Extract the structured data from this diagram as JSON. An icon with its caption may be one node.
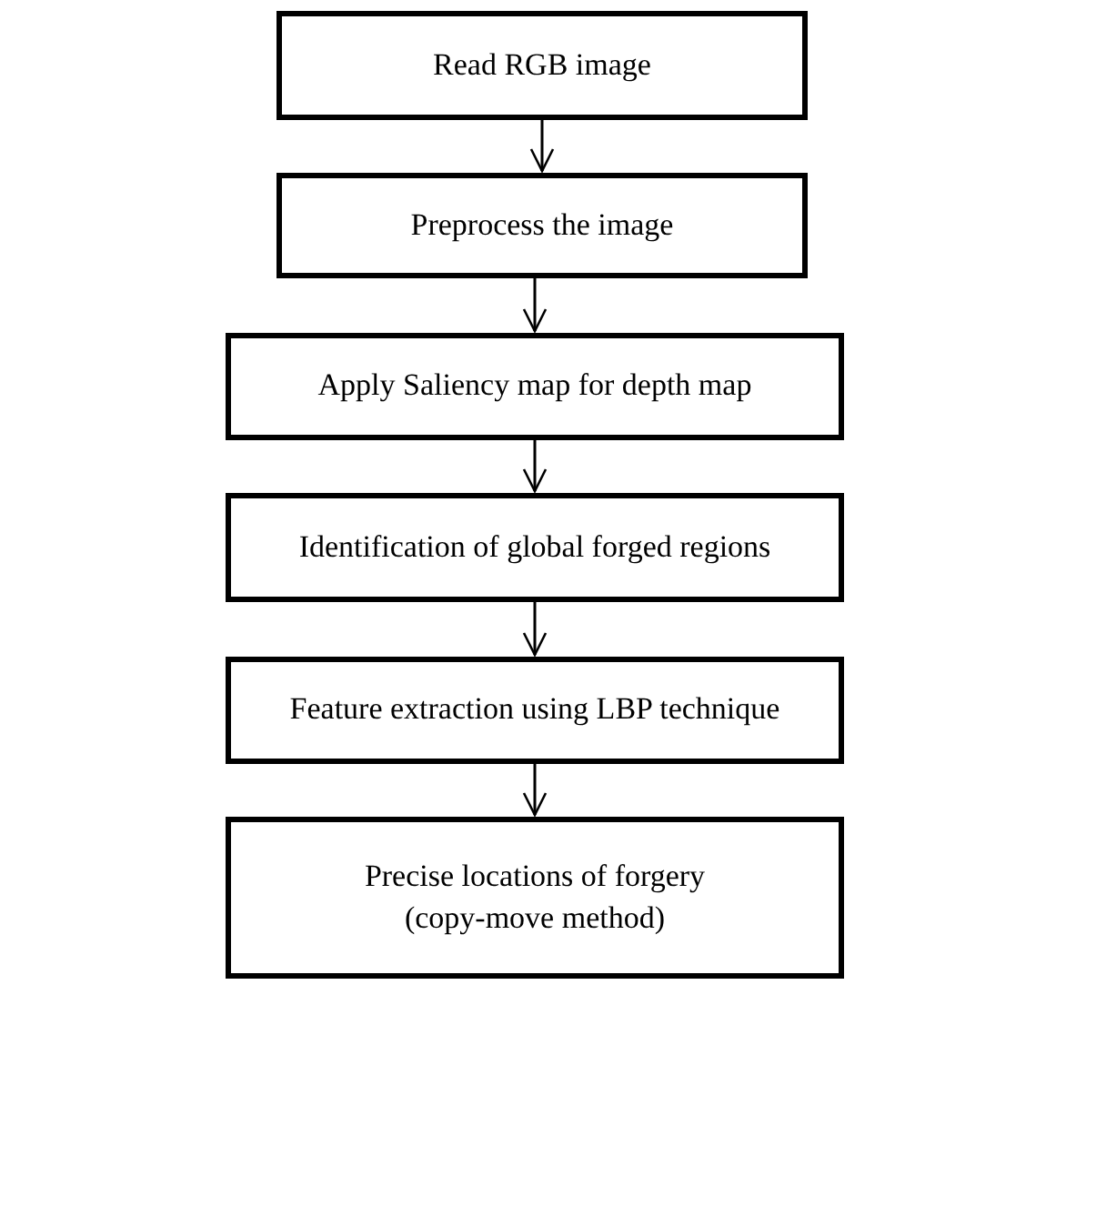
{
  "diagram": {
    "nodes": [
      {
        "text": [
          "Read RGB image"
        ]
      },
      {
        "text": [
          "Preprocess the image"
        ]
      },
      {
        "text": [
          "Apply Saliency map for depth map"
        ]
      },
      {
        "text": [
          "Identification of global forged regions"
        ]
      },
      {
        "text": [
          "Feature extraction using LBP technique"
        ]
      },
      {
        "text": [
          "Precise locations of forgery (copy-move method)"
        ]
      }
    ],
    "edges": [
      {
        "from": 0,
        "to": 1,
        "arrow": "to"
      },
      {
        "from": 1,
        "to": 2,
        "arrow": "to"
      },
      {
        "from": 2,
        "to": 3,
        "arrow": "to"
      },
      {
        "from": 3,
        "to": 4,
        "arrow": "to"
      },
      {
        "from": 4,
        "to": 5,
        "arrow": "to"
      }
    ]
  }
}
